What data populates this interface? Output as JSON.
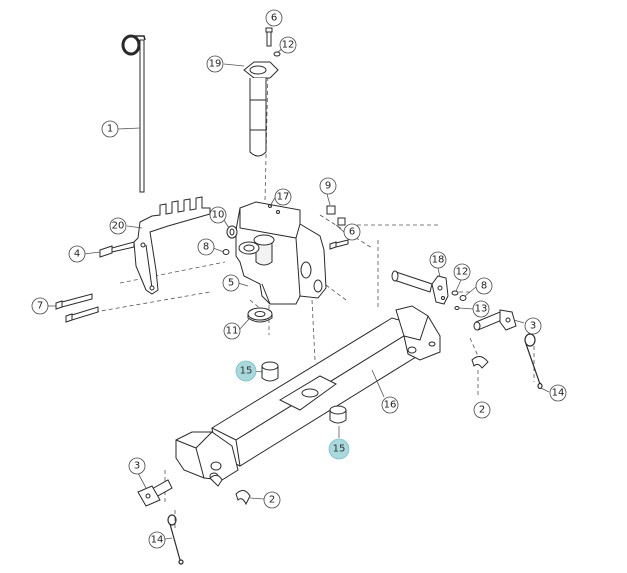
{
  "colors": {
    "line": "#2a2a2a",
    "fill": "#ffffff",
    "shade": "#e6e6e6",
    "highlight": "#a9d9dc",
    "dash": "#555555"
  },
  "callouts": {
    "c1": "1",
    "c2a": "2",
    "c2b": "2",
    "c3a": "3",
    "c3b": "3",
    "c4": "4",
    "c5": "5",
    "c6a": "6",
    "c6b": "6",
    "c7": "7",
    "c8a": "8",
    "c8b": "8",
    "c9": "9",
    "c10": "10",
    "c11": "11",
    "c12a": "12",
    "c12b": "12",
    "c13": "13",
    "c14a": "14",
    "c14b": "14",
    "c15a": "15",
    "c15b": "15",
    "c16": "16",
    "c17": "17",
    "c18": "18",
    "c19": "19",
    "c20": "20"
  }
}
